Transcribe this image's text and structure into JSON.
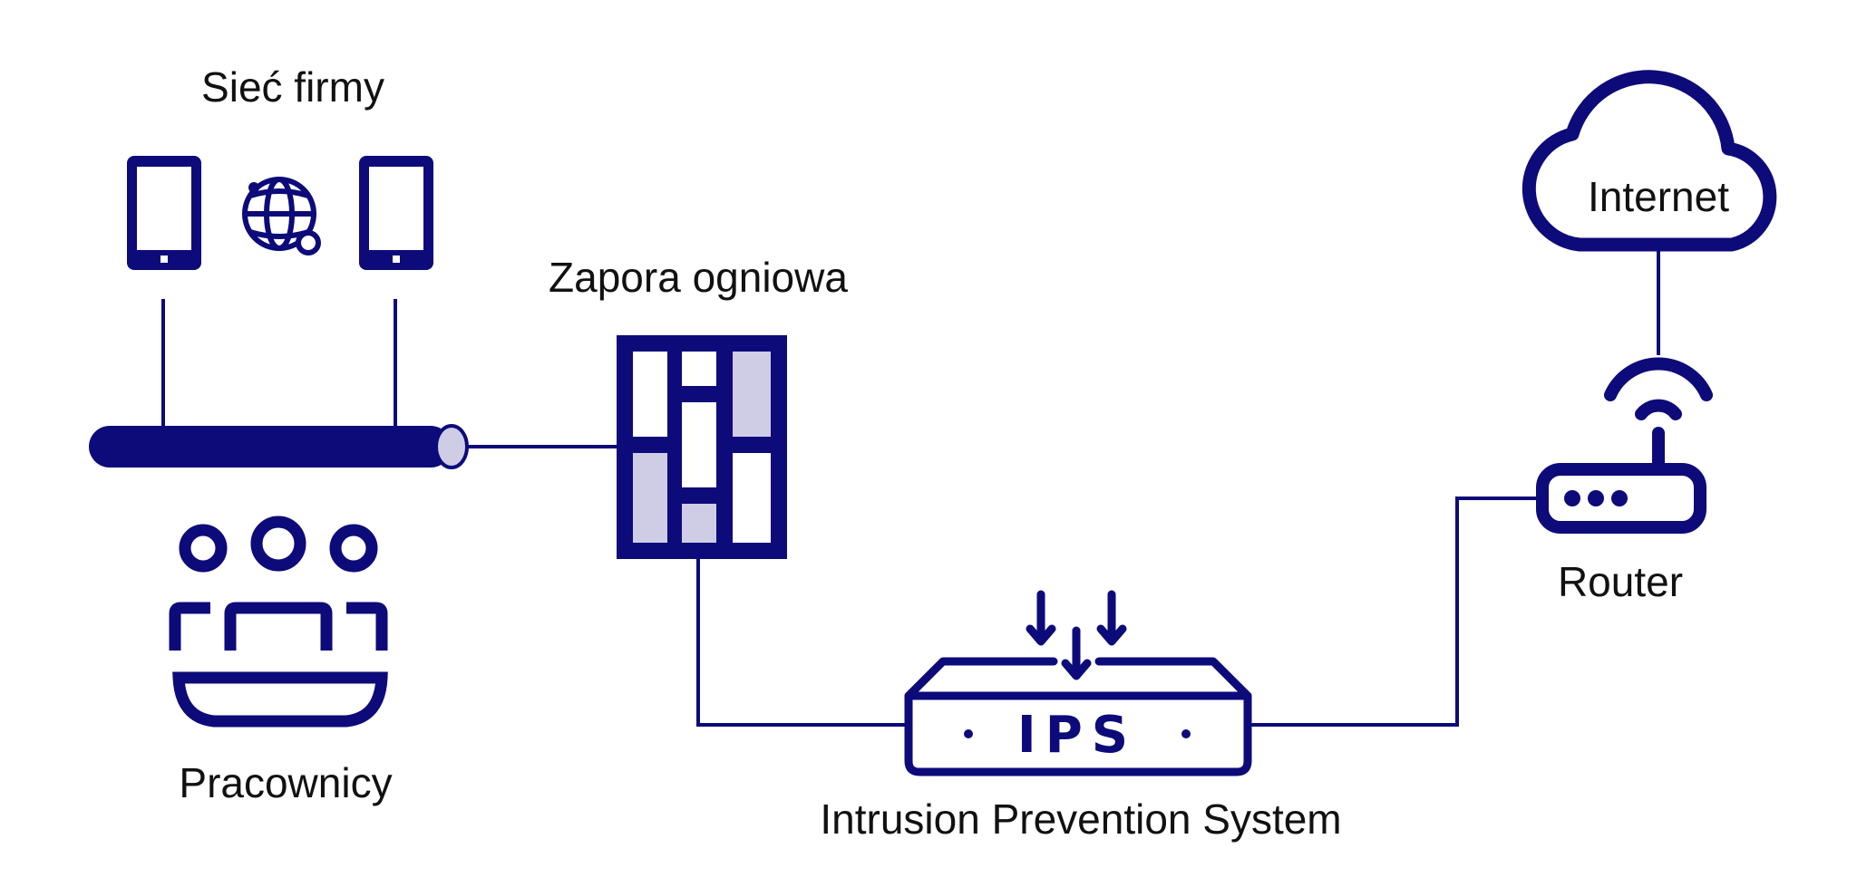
{
  "labels": {
    "company_network": "Sieć firmy",
    "employees": "Pracownicy",
    "firewall": "Zapora ogniowa",
    "ips_name": "Intrusion Prevention System",
    "ips_badge": "IPS",
    "router": "Router",
    "internet": "Internet"
  },
  "colors": {
    "primary": "#0d0a7a",
    "accent_fill": "#cfcde6",
    "text": "#111111",
    "background": "#ffffff"
  },
  "icons": [
    "smartphone-icon",
    "globe-network-icon",
    "network-bus-cable",
    "team-meeting-icon",
    "firewall-brick-icon",
    "ips-device-icon",
    "wifi-router-icon",
    "cloud-icon"
  ]
}
